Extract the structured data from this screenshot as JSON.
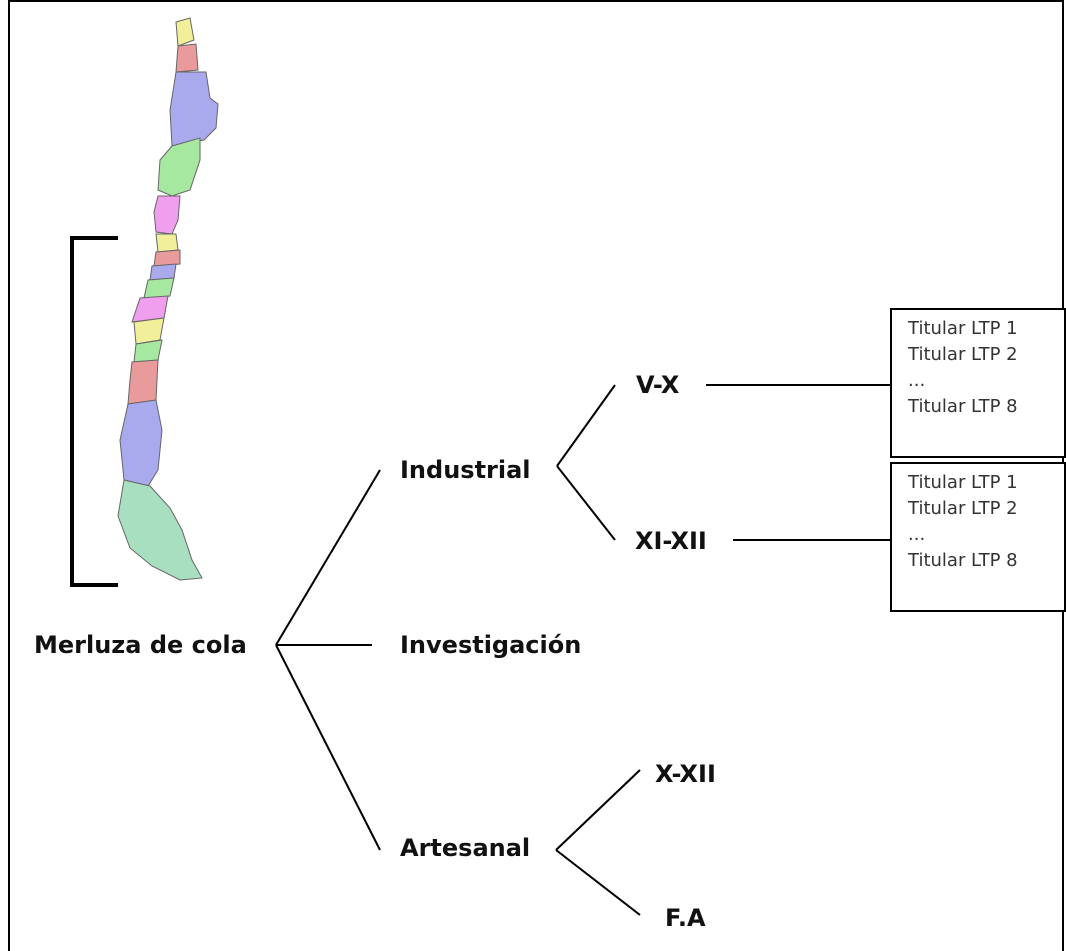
{
  "root": "Merluza de cola",
  "branches": {
    "industrial": "Industrial",
    "investigacion": "Investigación",
    "artesanal": "Artesanal"
  },
  "industrial_zones": {
    "vx": "V-X",
    "xixii": "XI-XII"
  },
  "artesanal_zones": {
    "xxii": "X-XII",
    "fa": "F.A"
  },
  "box_vx": [
    "Titular LTP 1",
    "Titular LTP 2",
    "...",
    "Titular LTP 8"
  ],
  "box_xixii": [
    "Titular LTP 1",
    "Titular LTP 2",
    "...",
    "Titular LTP 8"
  ],
  "map_colors": {
    "yellow": "#f2ef9a",
    "red": "#e99b9b",
    "blue": "#a9a9ee",
    "green": "#a6e8a0",
    "pink": "#ef9fee",
    "teal": "#a7dfc0"
  }
}
